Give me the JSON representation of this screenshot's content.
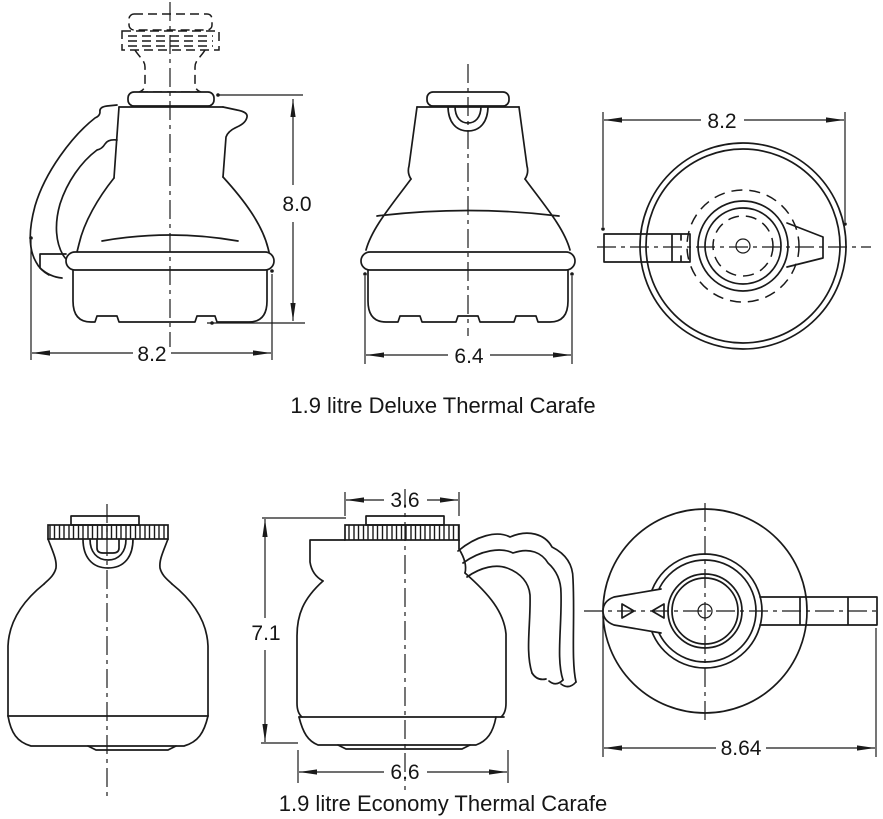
{
  "page": {
    "background": "#ffffff",
    "line_color": "#1a1a1a"
  },
  "deluxe": {
    "caption": "1.9 litre Deluxe Thermal Carafe",
    "dimensions": {
      "height": "8.0",
      "overall_width": "8.2",
      "base_width": "6.4",
      "top_width": "8.2"
    }
  },
  "economy": {
    "caption": "1.9 litre Economy Thermal Carafe",
    "dimensions": {
      "lid_width": "3.6",
      "height": "7.1",
      "base_width": "6.6",
      "overall_width": "8.64"
    }
  }
}
